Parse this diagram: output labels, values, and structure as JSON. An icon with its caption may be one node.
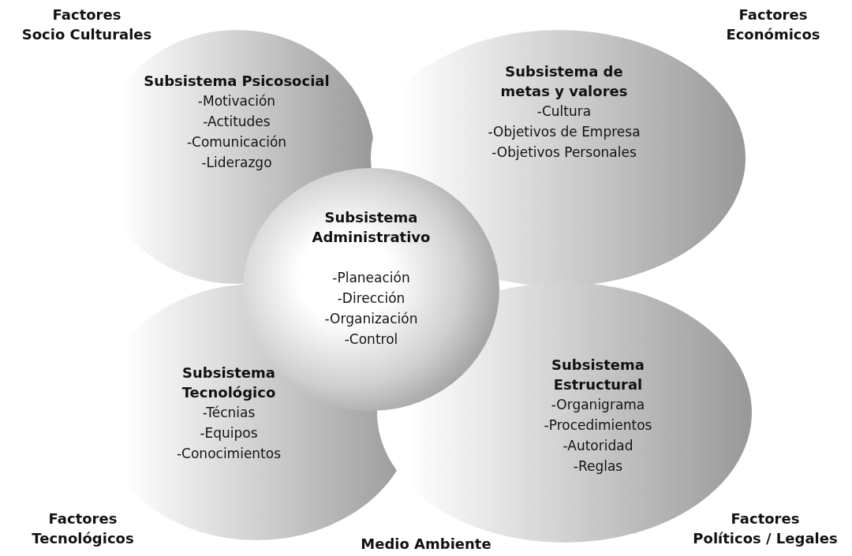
{
  "diagram": {
    "nodes": [
      {
        "text": [
          "Subsistema Psicosocial",
          "-Motivación",
          "-Actitudes",
          "-Comunicación",
          "-Liderazgo"
        ]
      },
      {
        "text": [
          "Subsistema de metas y valores",
          "-Cultura",
          "-Objetivos de Empresa",
          "-Objetivos Personales"
        ]
      },
      {
        "text": [
          "Subsistema Administrativo",
          "-Planeación",
          "-Dirección",
          "-Organización",
          "-Control"
        ]
      },
      {
        "text": [
          "Subsistema Tecnológico",
          "-Técnias",
          "-Equipos",
          "-Conocimientos"
        ]
      },
      {
        "text": [
          "Subsistema Estructural",
          "-Organigrama",
          "-Procedimientos",
          "-Autoridad",
          "-Reglas"
        ]
      }
    ],
    "labels": [
      "Factores Socio Culturales",
      "Factores Económicos",
      "Factores Tecnológicos",
      "Medio Ambiente",
      "Factores Políticos / Legales"
    ]
  }
}
